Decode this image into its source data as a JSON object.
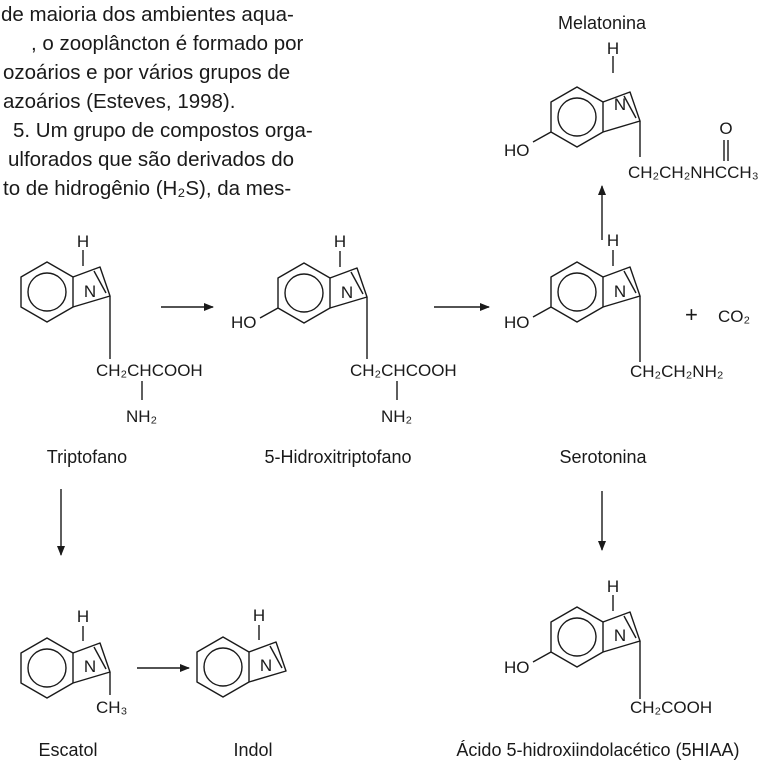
{
  "text_lines": [
    "de maioria dos ambientes aqua-",
    ", o zooplâncton é formado por",
    "ozoários e por vários grupos de",
    "azoários (Esteves, 1998).",
    "5. Um grupo de compostos orga-",
    "ulforados que são derivados do",
    "to de hidrogênio (H₂S), da mes-"
  ],
  "compounds": {
    "triptofano": {
      "name": "Triptofano",
      "chain_top": "CH₂CHCOOH",
      "chain_amine": "NH₂",
      "nh_h": "H",
      "nh_n": "N"
    },
    "hidroxitriptofano": {
      "name": "5-Hidroxitriptofano",
      "chain_top": "CH₂CHCOOH",
      "chain_amine": "NH₂",
      "ho": "HO",
      "nh_h": "H",
      "nh_n": "N"
    },
    "serotonina": {
      "name": "Serotonina",
      "chain": "CH₂CH₂NH₂",
      "ho": "HO",
      "nh_h": "H",
      "nh_n": "N"
    },
    "melatonina": {
      "name": "Melatonina",
      "chain": "CH₂CH₂NHCCH₃",
      "carbonyl_o": "O",
      "ho": "HO",
      "nh_h": "H",
      "nh_n": "N"
    },
    "escatol": {
      "name": "Escatol",
      "methyl": "CH₃",
      "nh_h": "H",
      "nh_n": "N"
    },
    "indol": {
      "name": "Indol",
      "nh_h": "H",
      "nh_n": "N"
    },
    "acido": {
      "name": "Ácido 5-hidroxiindolacético (5HIAA)",
      "chain": "CH₂COOH",
      "ho": "HO",
      "nh_h": "H",
      "nh_n": "N"
    }
  },
  "byproduct": {
    "plus": "+",
    "co2": "CO₂"
  },
  "colors": {
    "ink": "#1a1a1a",
    "background": "#ffffff"
  }
}
